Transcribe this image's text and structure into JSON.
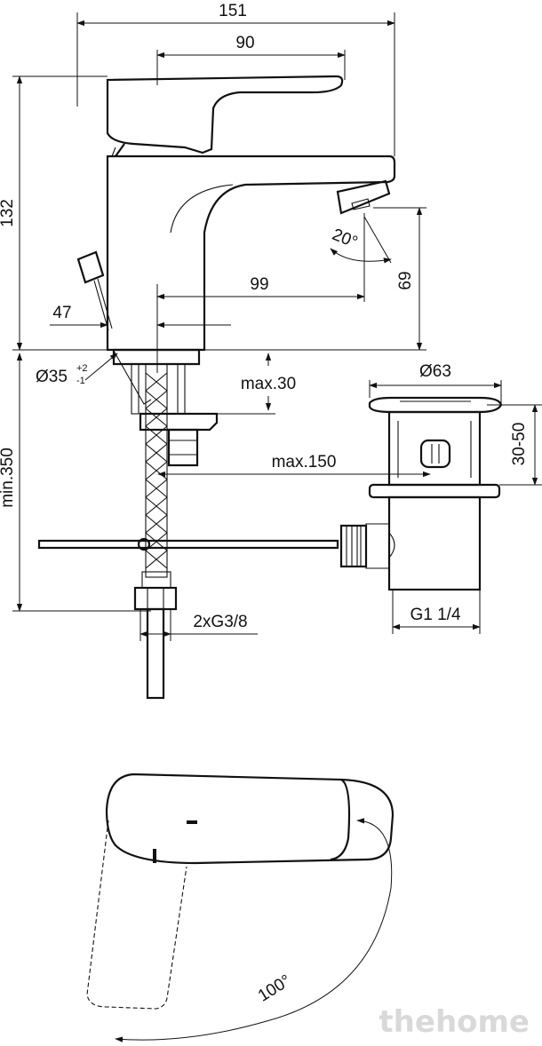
{
  "dimensions": {
    "total_width": "151",
    "handle_width": "90",
    "spout_reach": "99",
    "body_offset": "47",
    "height": "132",
    "spout_height": "69",
    "spout_angle": "20°",
    "base_diameter": "Ø35",
    "base_tol_plus": "+2",
    "base_tol_minus": "-1",
    "max_thickness": "max.30",
    "min_length": "min.350",
    "hose_thread": "2xG3/8",
    "waste_diameter": "Ø63",
    "waste_range": "30-50",
    "waste_max": "max.150",
    "waste_thread": "G1 1/4",
    "rotation_angle": "100°"
  },
  "watermark": "thehome"
}
